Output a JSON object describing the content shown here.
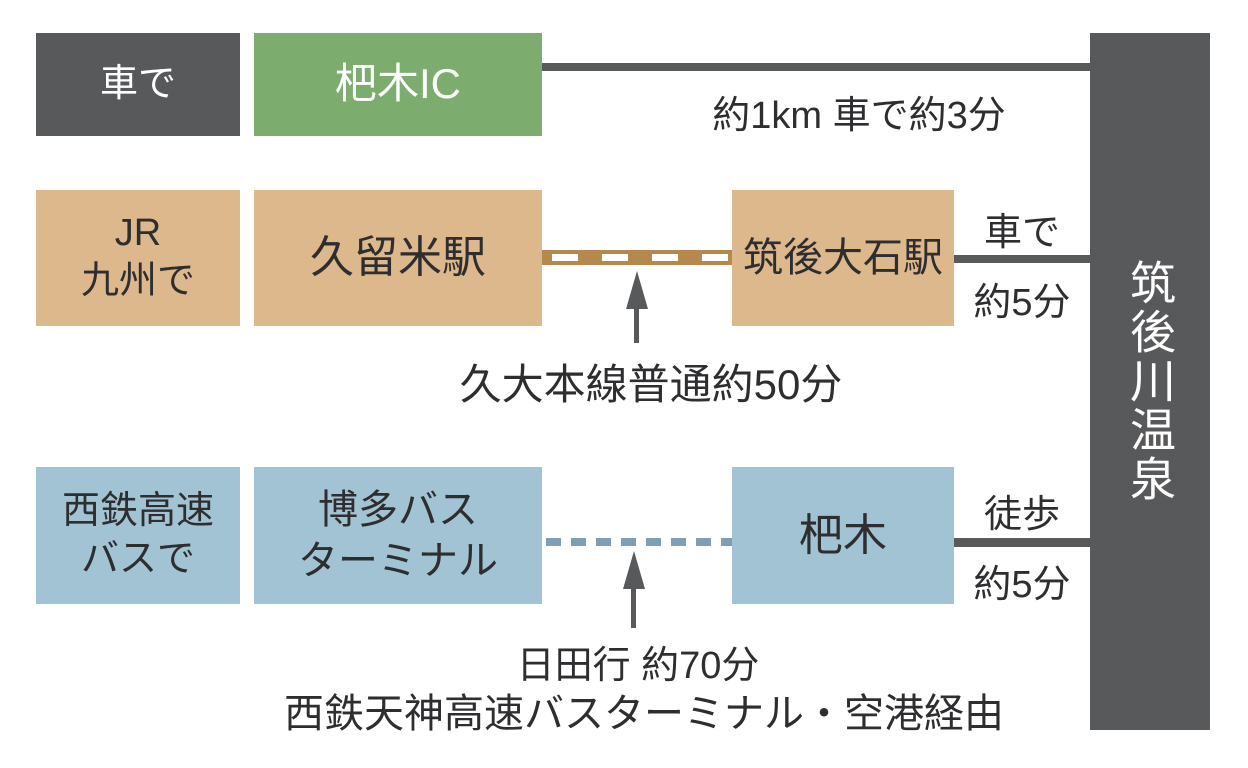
{
  "destination": "筑後川温泉",
  "routes": {
    "car": {
      "method": "車で",
      "node1": "杷木IC",
      "leg_note": "約1km 車で約3分"
    },
    "jr": {
      "method1": "JR",
      "method2": "九州で",
      "node1": "久留米駅",
      "node2": "筑後大石駅",
      "segment_note": "久大本線普通約50分",
      "leg_top": "車で",
      "leg_bottom": "約5分"
    },
    "bus": {
      "method1": "西鉄高速",
      "method2": "バスで",
      "node1a": "博多バス",
      "node1b": "ターミナル",
      "node2": "杷木",
      "segment_note1": "日田行 約70分",
      "segment_note2": "西鉄天神高速バスターミナル・空港経由",
      "leg_top": "徒歩",
      "leg_bottom": "約5分"
    }
  },
  "colors": {
    "dark_gray": "#58595b",
    "green": "#7cac6e",
    "tan": "#ddb88c",
    "railway_brown": "#b5884e",
    "blue": "#a2c3d3",
    "blue_dash": "#7d9eb5",
    "text_dark": "#2e2e31",
    "text_white": "#ffffff"
  }
}
